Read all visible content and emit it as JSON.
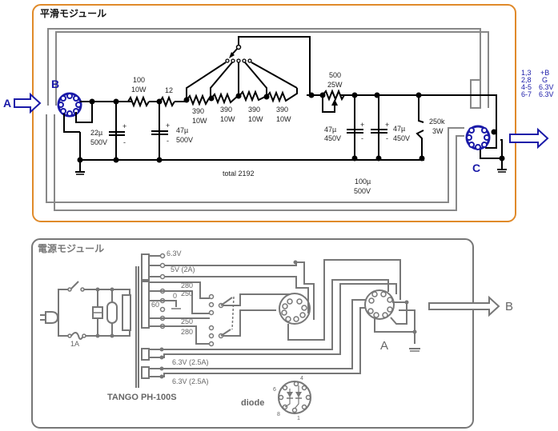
{
  "smoothing_module": {
    "title": "平滑モジュール",
    "border_color": "#e08a2a",
    "socket_color": "#1a1aa8",
    "labels": {
      "input_A": "A",
      "socket_B": "B",
      "socket_C": "C"
    },
    "components": {
      "r1": {
        "value": "100",
        "power": "10W"
      },
      "r2": {
        "value": "12"
      },
      "r3": {
        "value": "390",
        "power": "10W"
      },
      "r4": {
        "value": "390",
        "power": "10W"
      },
      "r5": {
        "value": "390",
        "power": "10W"
      },
      "r6": {
        "value": "390",
        "power": "10W"
      },
      "rv": {
        "value": "500",
        "power": "25W"
      },
      "rbleed": {
        "value": "250k",
        "power": "3W"
      },
      "c1": {
        "value": "22µ",
        "voltage": "500V"
      },
      "c2": {
        "value": "47µ",
        "voltage": "500V"
      },
      "c3": {
        "value": "47µ",
        "voltage": "450V"
      },
      "c4": {
        "value": "47µ",
        "voltage": "450V"
      },
      "c_combined": {
        "value": "100µ",
        "voltage": "500V"
      }
    },
    "total_label": "total  2192",
    "cap_polarity": {
      "plus": "+",
      "minus": "-"
    }
  },
  "pin_legend": [
    {
      "pins": "1,3",
      "signal": "+B"
    },
    {
      "pins": "2,8",
      "signal": "G"
    },
    {
      "pins": "4-5",
      "signal": "6.3V"
    },
    {
      "pins": "6-7",
      "signal": "6.3V"
    }
  ],
  "power_module": {
    "title": "電源モジュール",
    "border_color": "#777777",
    "fuse_label": "1A",
    "transformer_name": "TANGO PH-100S",
    "taps": {
      "t1": "6.3V",
      "t2": "5V (2A)",
      "t3": "280",
      "t4": "250",
      "t5": "0",
      "t6": "60",
      "t7": "250",
      "t8": "280",
      "t9": "6.3V (2.5A)",
      "t10": "6.3V (2.5A)"
    },
    "socket_A_label": "A",
    "output_label": "B",
    "diode_label": "diode",
    "diode_pins": {
      "p4": "4",
      "p6": "6",
      "p8": "8",
      "p1": "1"
    }
  }
}
